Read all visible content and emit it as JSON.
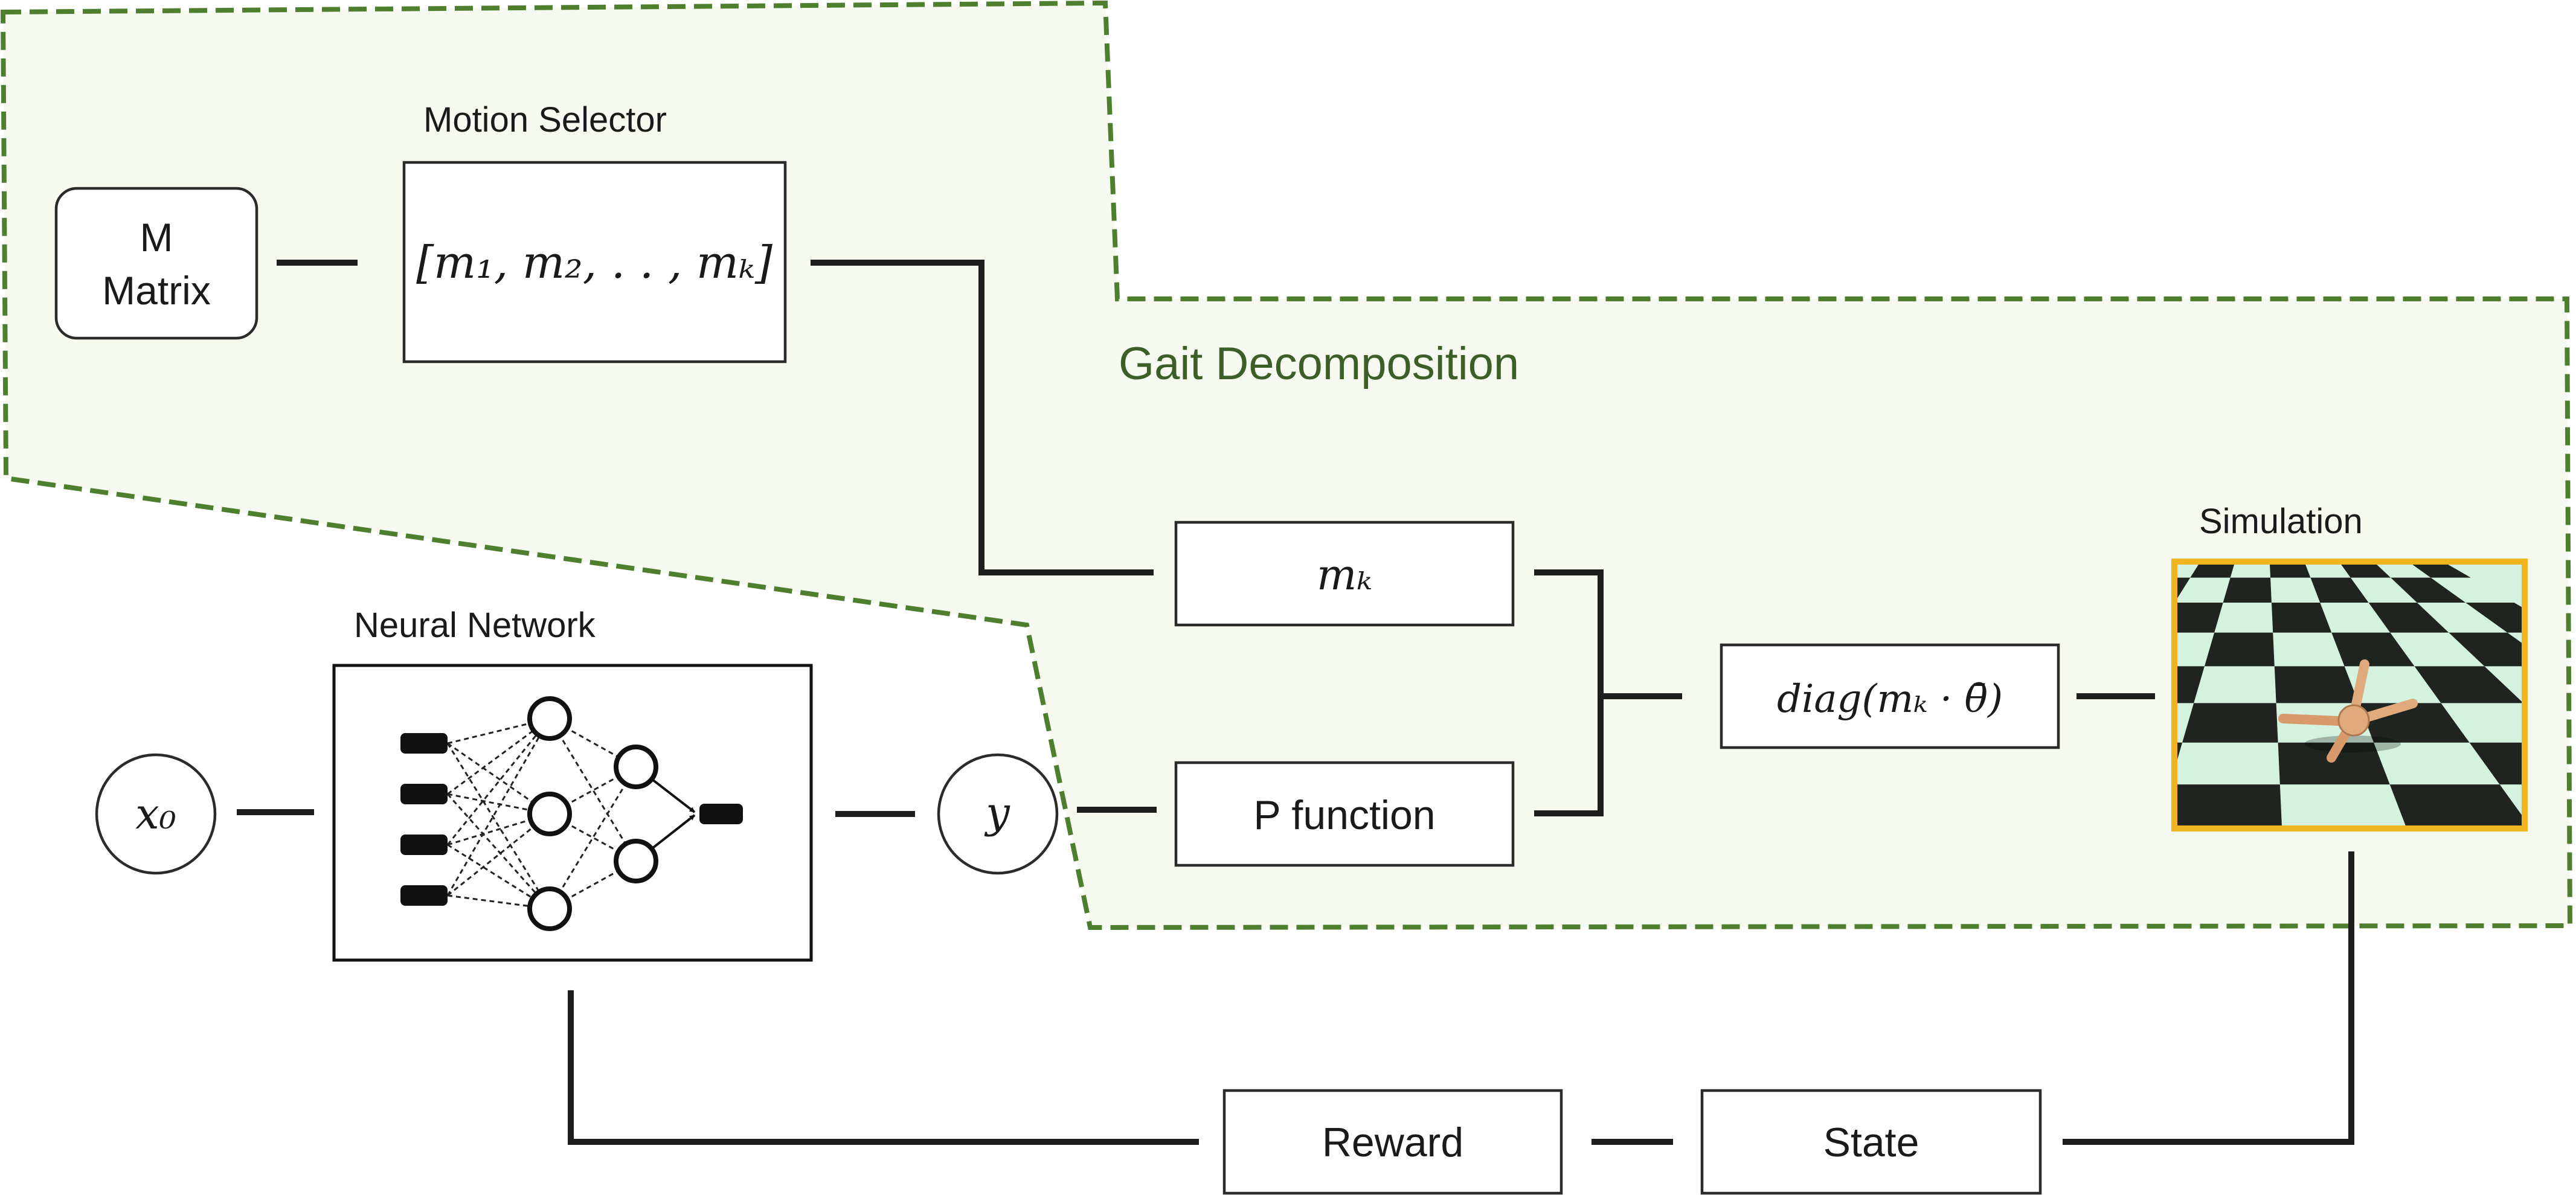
{
  "title": "Gait Decomposition",
  "colors": {
    "region_fill": "#f5f9f0",
    "region_border": "#4e7f2f",
    "title": "#3c5f28",
    "box_border": "#2b2b2b",
    "arrow": "#1e1e1e",
    "sim_frame": "#f0b51e",
    "checker_dark": "#1f2421",
    "checker_light": "#d4f2df",
    "robot": "#e0aa7c"
  },
  "nodes": {
    "m_matrix": {
      "line1": "M",
      "line2": "Matrix"
    },
    "motion_selector": {
      "label": "Motion Selector",
      "content": "[m₁, m₂, . . , mₖ]"
    },
    "m_k": {
      "content": "mₖ"
    },
    "p_function": {
      "content": "P function"
    },
    "diag": {
      "content": "diag(mₖ · θ̄)"
    },
    "simulation": {
      "label": "Simulation",
      "icon": "quadruped-on-checkerboard"
    },
    "neural_network": {
      "label": "Neural Network",
      "icon": "neural-network-icon"
    },
    "x0": {
      "content": "x₀"
    },
    "y": {
      "content": "y"
    },
    "state": {
      "content": "State"
    },
    "reward": {
      "content": "Reward"
    }
  }
}
